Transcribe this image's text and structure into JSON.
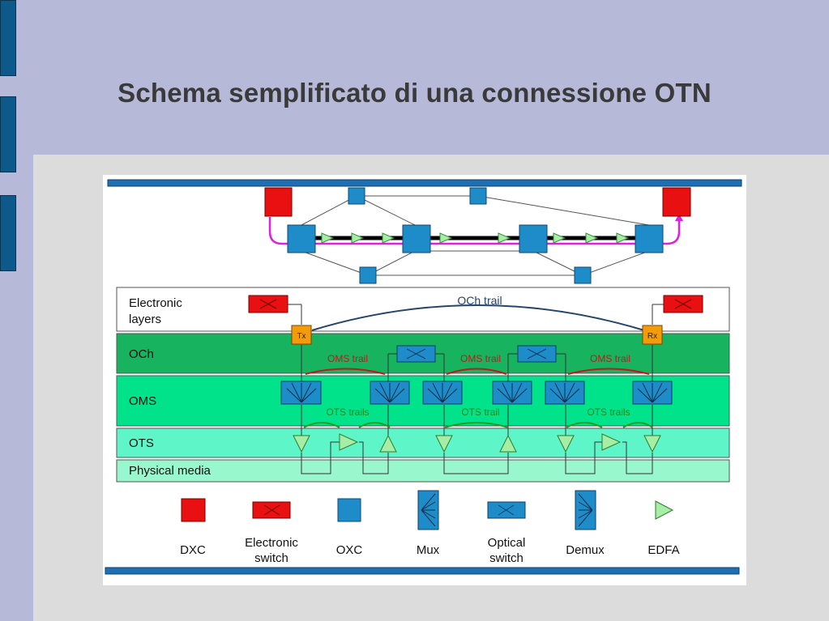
{
  "slide": {
    "title": "Schema semplificato di una connessione OTN"
  },
  "layers": {
    "electronic": "Electronic\nlayers",
    "och": "OCh",
    "oms": "OMS",
    "ots": "OTS",
    "physical": "Physical media"
  },
  "trails": {
    "och": "OCh trail",
    "oms": "OMS trail",
    "ots_plural": "OTS trails",
    "ots_single": "OTS trail"
  },
  "nodes": {
    "tx": "Tx",
    "rx": "Rx"
  },
  "legend": [
    {
      "id": "dxc",
      "label": "DXC"
    },
    {
      "id": "electronic-switch",
      "label": "Electronic\nswitch"
    },
    {
      "id": "oxc",
      "label": "OXC"
    },
    {
      "id": "mux",
      "label": "Mux"
    },
    {
      "id": "optical-switch",
      "label": "Optical\nswitch"
    },
    {
      "id": "demux",
      "label": "Demux"
    },
    {
      "id": "edfa",
      "label": "EDFA"
    }
  ],
  "colors": {
    "dxc": "#e81010",
    "oxc": "#1e8cc8",
    "edfa": "#a6eea6",
    "och_band": "#17b35f",
    "oms_band": "#00e38a",
    "ots_band": "#5ef5c9",
    "physical_band": "#98f7cc",
    "trail_red": "#c0181e",
    "trail_green": "#1fa01f",
    "och_trail": "#24456e",
    "magenta": "#e020e0",
    "tx_rx": "#f49b0a",
    "blue_bar": "#1f6fb3"
  }
}
